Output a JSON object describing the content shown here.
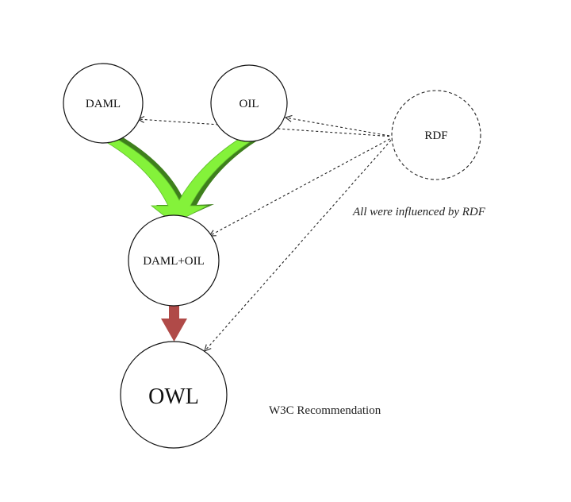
{
  "nodes": {
    "daml": "DAML",
    "oil": "OIL",
    "rdf": "RDF",
    "daml_oil": "DAML+OIL",
    "owl": "OWL"
  },
  "annotations": {
    "rdf_influence": "All were influenced by RDF",
    "owl_status": "W3C Recommendation"
  },
  "colors": {
    "merge_arrow_light": "#84F23A",
    "merge_arrow_dark": "#3E7F1C",
    "successor_arrow": "#B04A48",
    "node_stroke": "#111111",
    "influence_line": "#222222"
  }
}
